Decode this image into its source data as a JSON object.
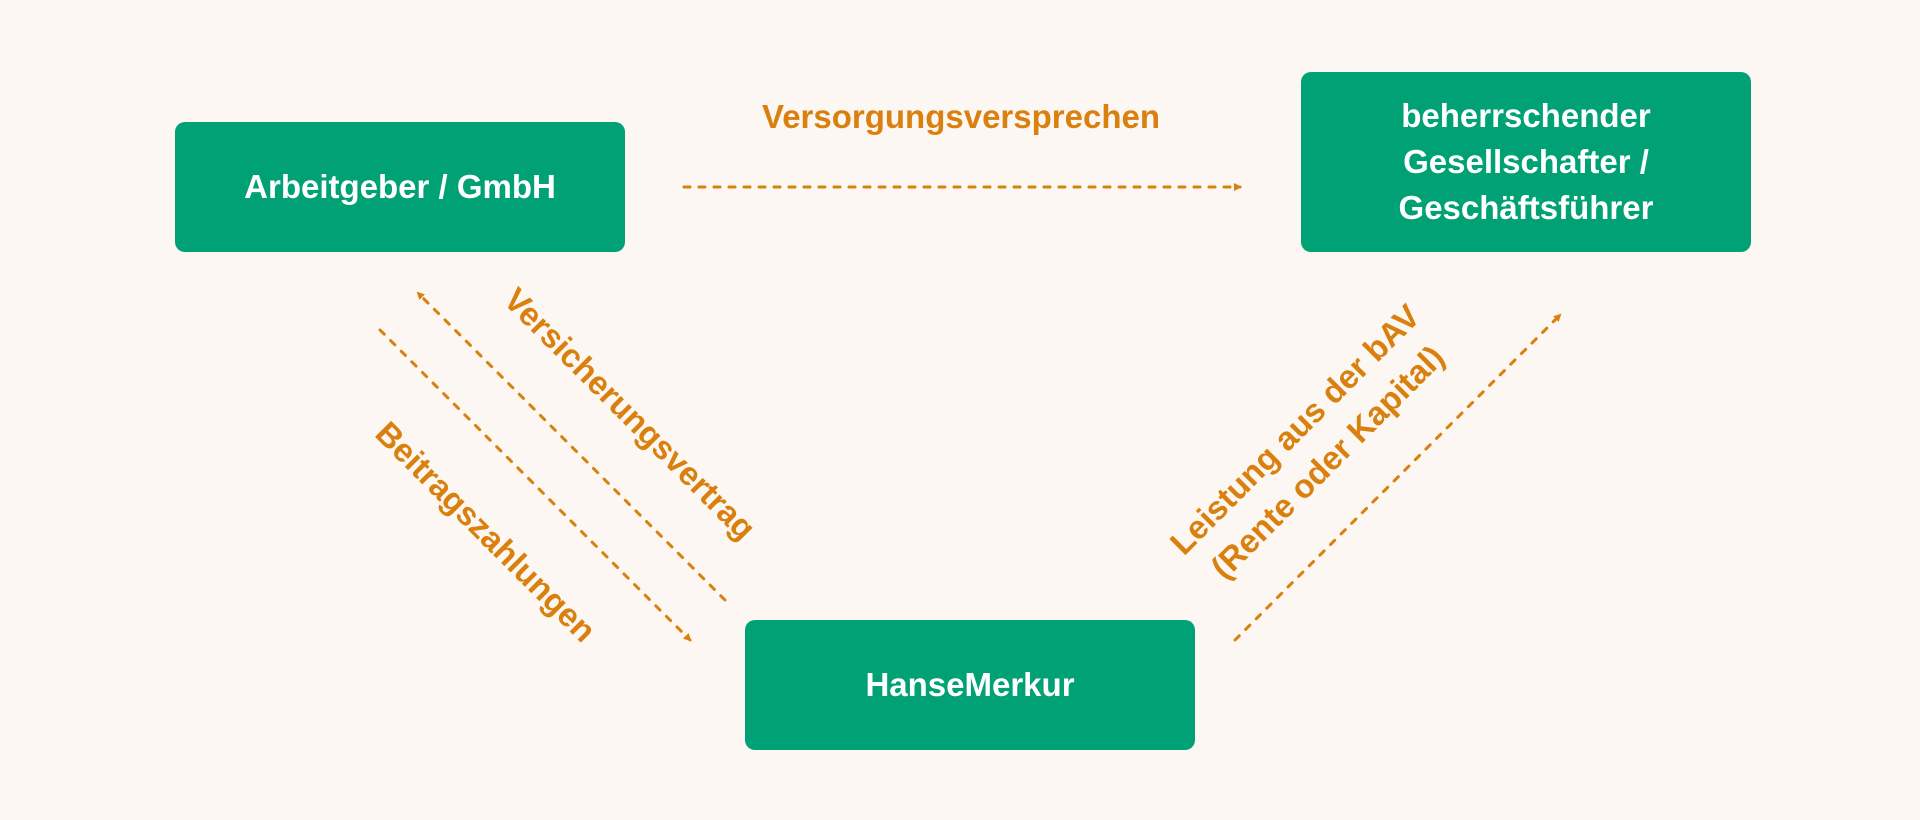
{
  "colors": {
    "background": "#fcf7f2",
    "box": "#00a275",
    "box_text": "#ffffff",
    "accent": "#d9800f"
  },
  "boxes": {
    "employer": "Arbeitgeber / GmbH",
    "shareholder": [
      "beherrschender",
      "Gesellschafter /",
      "Geschäftsführer"
    ],
    "insurer": "HanseMerkur"
  },
  "labels": {
    "pension_promise": "Versorgungsversprechen",
    "insurance_contract": "Versicherungsvertrag",
    "contributions": "Beitragszahlungen",
    "benefit": [
      "Leistung aus der bAV",
      "(Rente oder Kapital)"
    ]
  }
}
